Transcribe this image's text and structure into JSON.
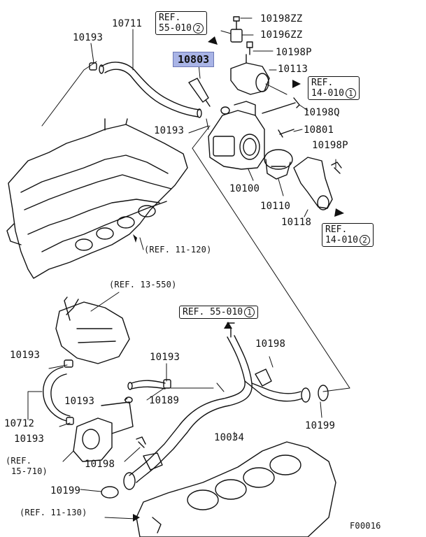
{
  "callouts": {
    "p10711": "10711",
    "p10193_a": "10193",
    "p10198ZZ": "10198ZZ",
    "p10196ZZ": "10196ZZ",
    "p10803": "10803",
    "p10198P_a": "10198P",
    "p10113": "10113",
    "p10198Q": "10198Q",
    "p10193_b": "10193",
    "p10801": "10801",
    "p10198P_b": "10198P",
    "p10100": "10100",
    "p10110": "10110",
    "p10118": "10118",
    "p10193_c": "10193",
    "p10193_d": "10193",
    "p10193_e": "10193",
    "p10189": "10189",
    "p10712": "10712",
    "p10193_f": "10193",
    "p10198_a": "10198",
    "p10034": "10034",
    "p10198_b": "10198",
    "p10199_a": "10199",
    "p10199_b": "10199"
  },
  "refs": {
    "r55_010_2": {
      "line1": "REF.",
      "line2": "55-010",
      "circ": "2"
    },
    "r14_010_1": {
      "line1": "REF.",
      "line2": "14-010",
      "circ": "1"
    },
    "r14_010_2": {
      "line1": "REF.",
      "line2": "14-010",
      "circ": "2"
    },
    "r55_010_1": {
      "text": "REF. 55-010",
      "circ": "1"
    },
    "r11_120": "(REF. 11-120)",
    "r13_550": "(REF. 13-550)",
    "r15_710_l1": "(REF.",
    "r15_710_l2": "15-710)",
    "r11_130": "(REF. 11-130)"
  },
  "figure_code": "F00016",
  "colors": {
    "line": "#111111",
    "highlight": "#a9b4e6"
  }
}
